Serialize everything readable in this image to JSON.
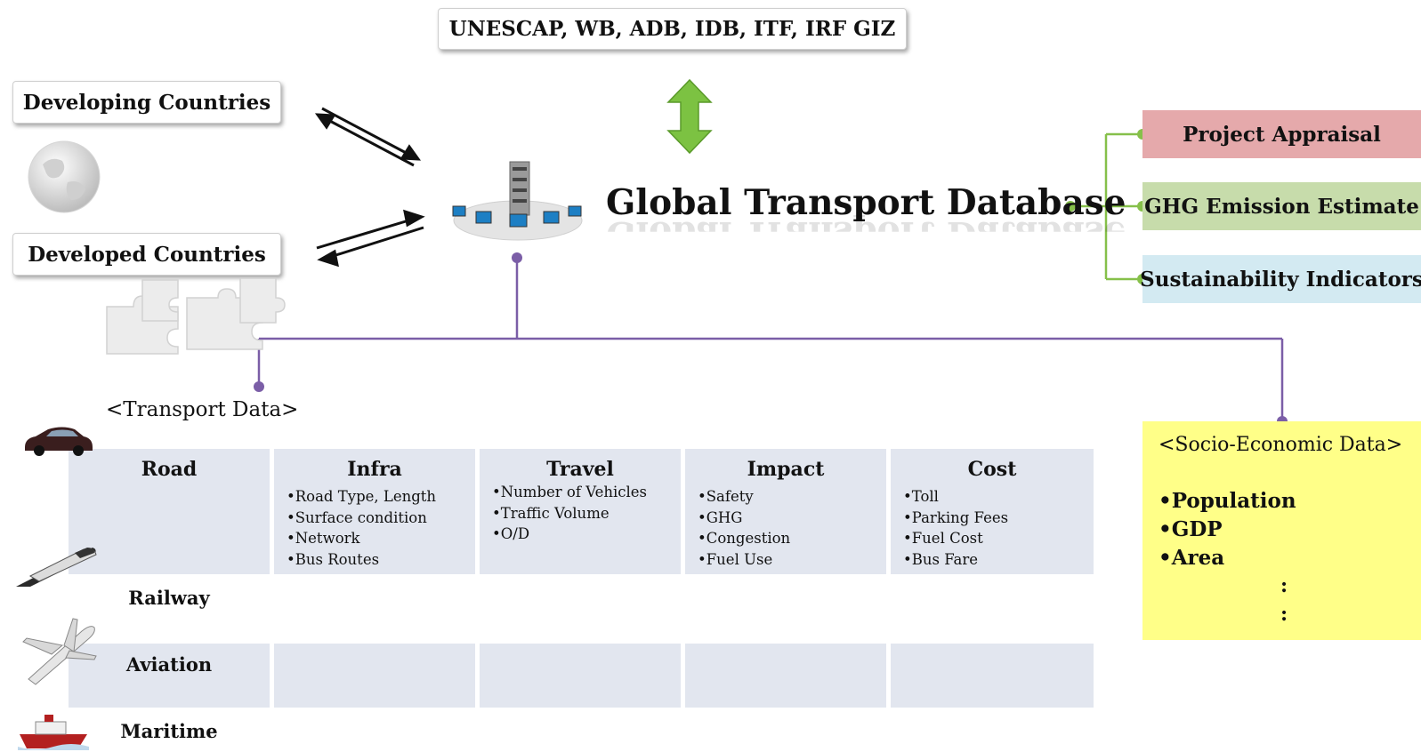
{
  "colors": {
    "purple_line": "#7b5ea7",
    "green_line": "#86c04a",
    "arrow_green": "#7cc242",
    "table_fill": "#e2e6ef",
    "project_fill": "#e5a9ab",
    "ghg_fill": "#c7dcab",
    "sustain_fill": "#d3eaf2",
    "socio_fill": "#ffff88"
  },
  "organizations": "UNESCAP, WB, ADB, IDB, ITF, IRF GIZ",
  "developing": "Developing Countries",
  "developed": "Developed Countries",
  "database_title": "Global Transport Database",
  "outputs": {
    "project": "Project Appraisal",
    "ghg": "GHG Emission Estimate",
    "sustainability": "Sustainability Indicators"
  },
  "transport_label": "<Transport Data>",
  "table": {
    "road": "Road",
    "columns": [
      {
        "title": "Infra",
        "items": [
          "Road Type, Length",
          "Surface condition",
          "Network",
          "Bus Routes"
        ]
      },
      {
        "title": "Travel",
        "items": [
          "Number of Vehicles",
          "Traffic Volume",
          "O/D"
        ]
      },
      {
        "title": "Impact",
        "items": [
          "Safety",
          "GHG",
          "Congestion",
          "Fuel Use"
        ]
      },
      {
        "title": "Cost",
        "items": [
          "Toll",
          "Parking Fees",
          "Fuel Cost",
          "Bus Fare"
        ]
      }
    ],
    "modes": [
      "Railway",
      "Aviation",
      "Maritime"
    ]
  },
  "socio": {
    "title": "<Socio-Economic Data>",
    "items": [
      "Population",
      "GDP",
      "Area"
    ],
    "dots": [
      ":",
      ":"
    ]
  },
  "icons": [
    "globe-icon",
    "puzzle-icon",
    "server-network-icon",
    "car-icon",
    "train-icon",
    "airplane-icon",
    "ship-icon"
  ]
}
